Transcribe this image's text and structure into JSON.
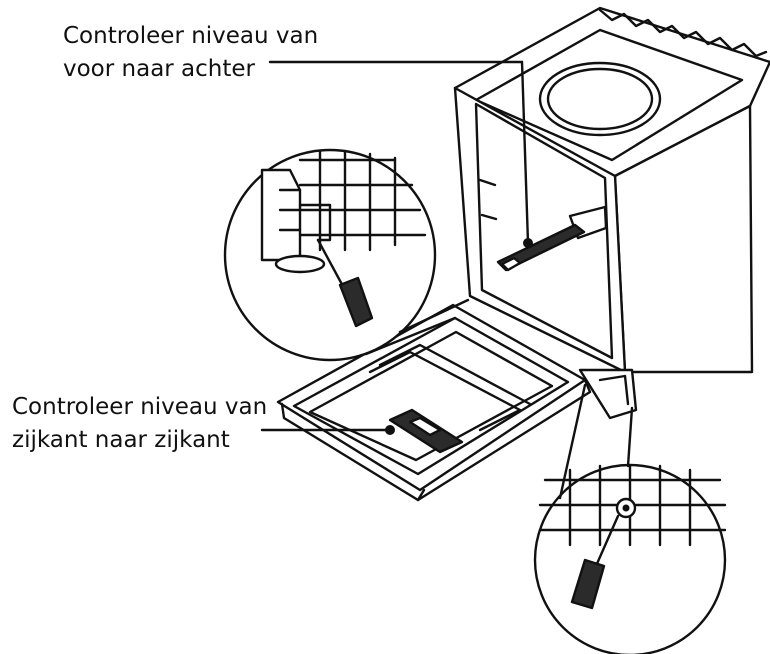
{
  "callouts": {
    "front_to_back": {
      "line1": "Controleer niveau van",
      "line2": "voor naar achter"
    },
    "side_to_side": {
      "line1": "Controleer niveau van",
      "line2": "zijkant naar zijkant"
    }
  },
  "colors": {
    "line": "#111111",
    "fill": "#ffffff",
    "shade": "#2b2b2b"
  }
}
